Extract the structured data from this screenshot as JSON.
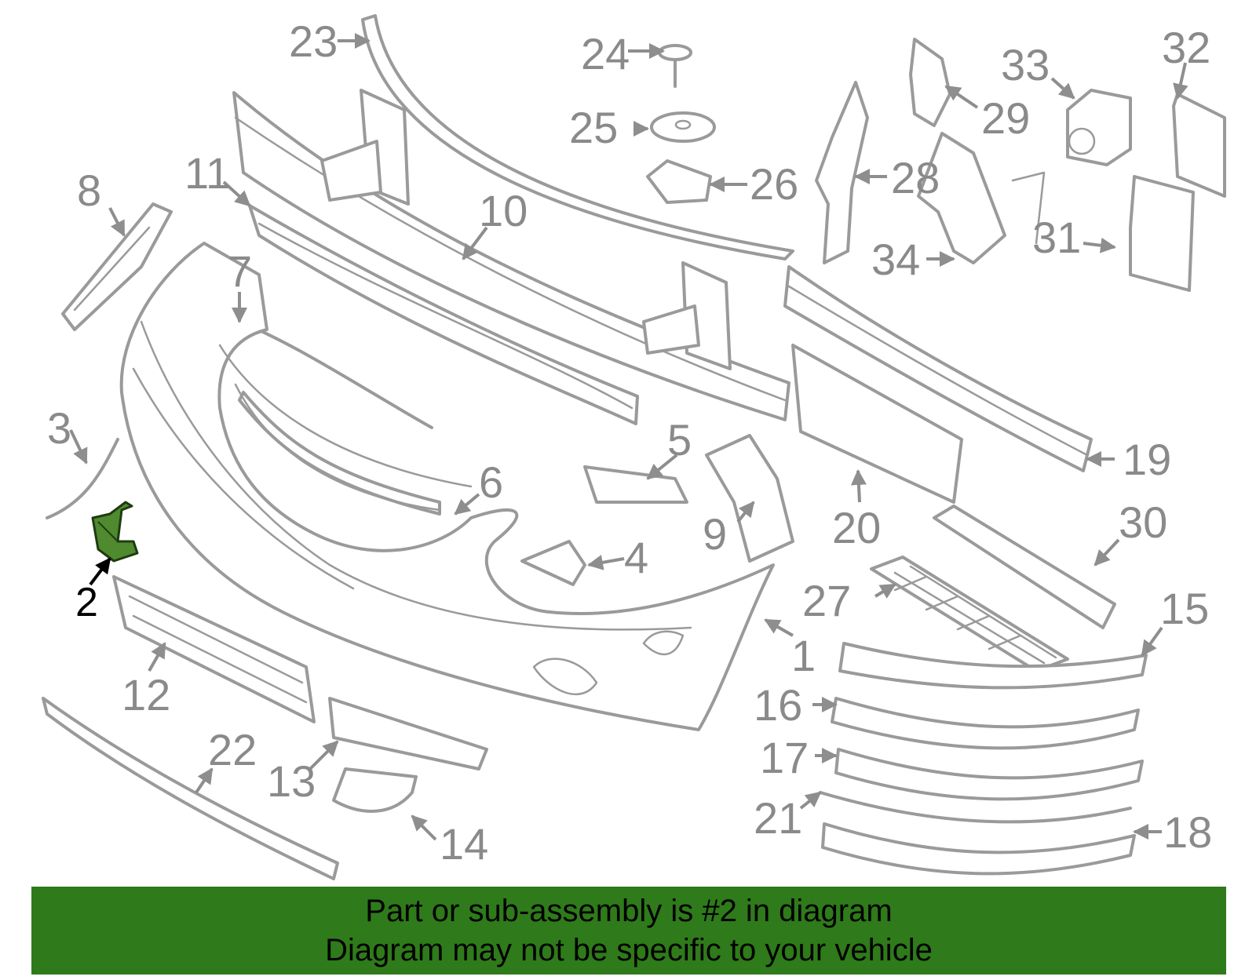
{
  "diagram": {
    "highlight_color": "#4f8a2e",
    "highlighted_part": "2",
    "callouts": [
      "1",
      "2",
      "3",
      "4",
      "5",
      "6",
      "7",
      "8",
      "9",
      "10",
      "11",
      "12",
      "13",
      "14",
      "15",
      "16",
      "17",
      "18",
      "19",
      "20",
      "21",
      "22",
      "23",
      "24",
      "25",
      "26",
      "27",
      "28",
      "29",
      "30",
      "31",
      "32",
      "33",
      "34"
    ]
  },
  "banner": {
    "background": "#2f7a1a",
    "line1": "Part or sub-assembly is #2 in diagram",
    "line2": "Diagram may not be specific to your vehicle"
  }
}
